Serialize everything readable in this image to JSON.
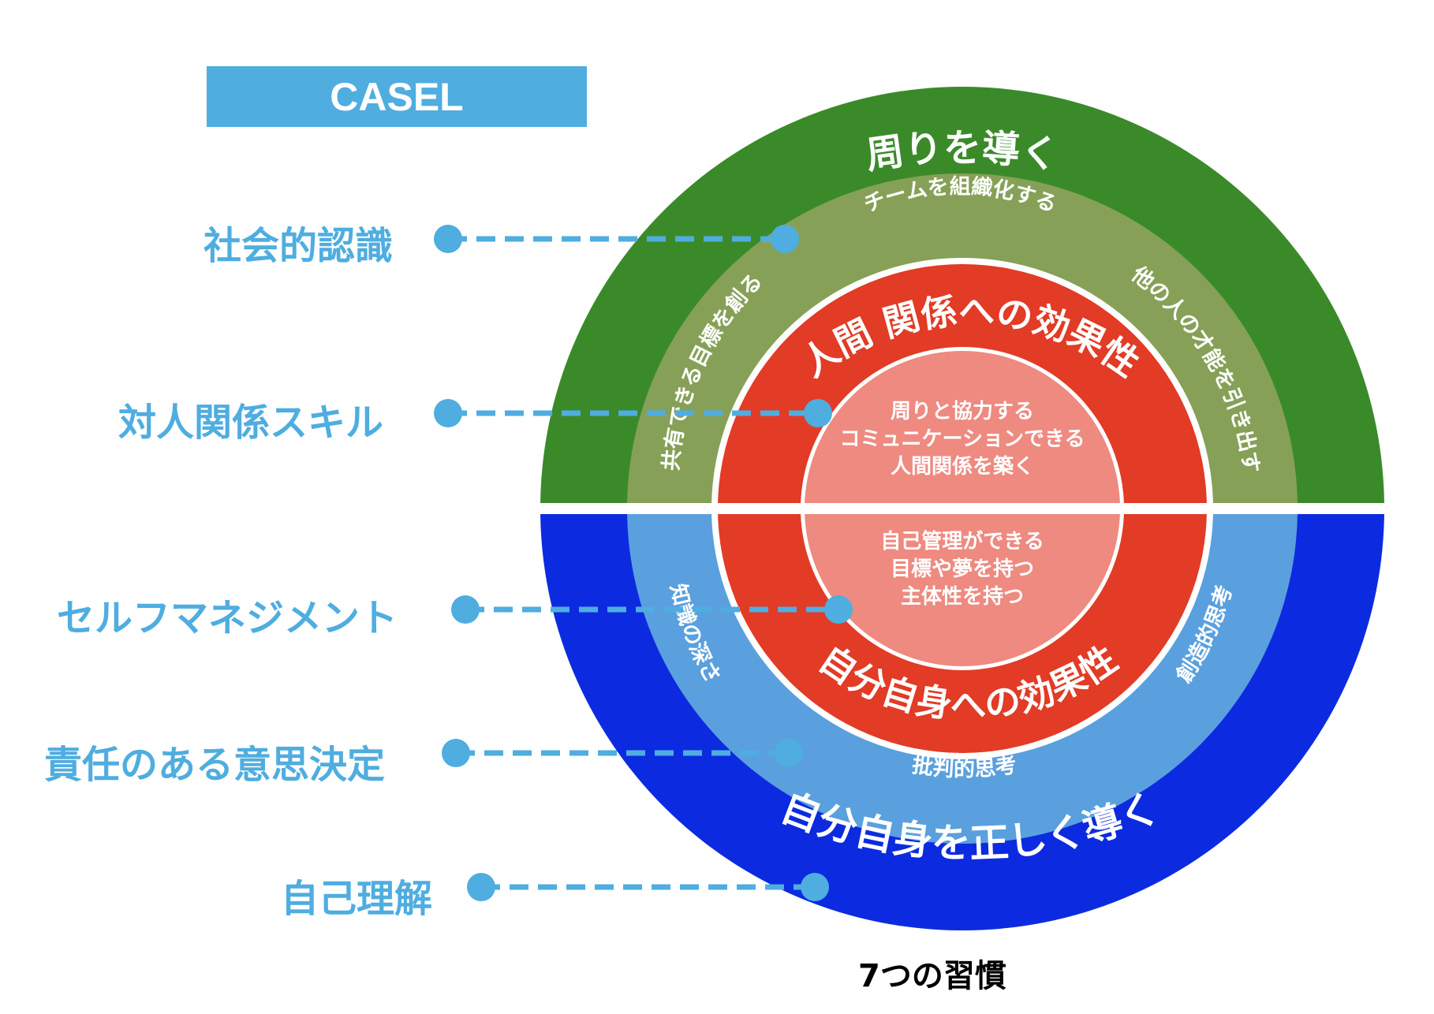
{
  "casel": {
    "title": "CASEL",
    "competencies": [
      {
        "label": "社会的認識"
      },
      {
        "label": "対人関係スキル"
      },
      {
        "label": "セルフマネジメント"
      },
      {
        "label": "責任のある意思決定"
      },
      {
        "label": "自己理解"
      }
    ]
  },
  "circle": {
    "top_outer": "周りを導く",
    "top_ring": {
      "top": "チームを組織化する",
      "left": "共有できる目標を創る",
      "right": "他の人の才能を引き出す"
    },
    "top_red": "人間 関係への効果性",
    "top_core": [
      "周りと協力する",
      "コミュニケーションできる",
      "人間関係を築く"
    ],
    "bottom_core": [
      "自己管理ができる",
      "目標や夢を持つ",
      "主体性を持つ"
    ],
    "bottom_red": "自分自身への効果性",
    "bottom_ring": {
      "bottom": "批判的思考",
      "left": "知識の深さ",
      "right": "創造的思考"
    },
    "bottom_outer": "自分自身を正しく導く"
  },
  "footer": "7つの習慣",
  "colors": {
    "label_blue": "#4fade0",
    "dark_green": "#3b8a2a",
    "olive_green": "#86a157",
    "red": "#e23b26",
    "pink": "#ee8a80",
    "royal_blue": "#0c2be0",
    "light_blue": "#5aa0de",
    "connector_blue": "#4fade0"
  }
}
